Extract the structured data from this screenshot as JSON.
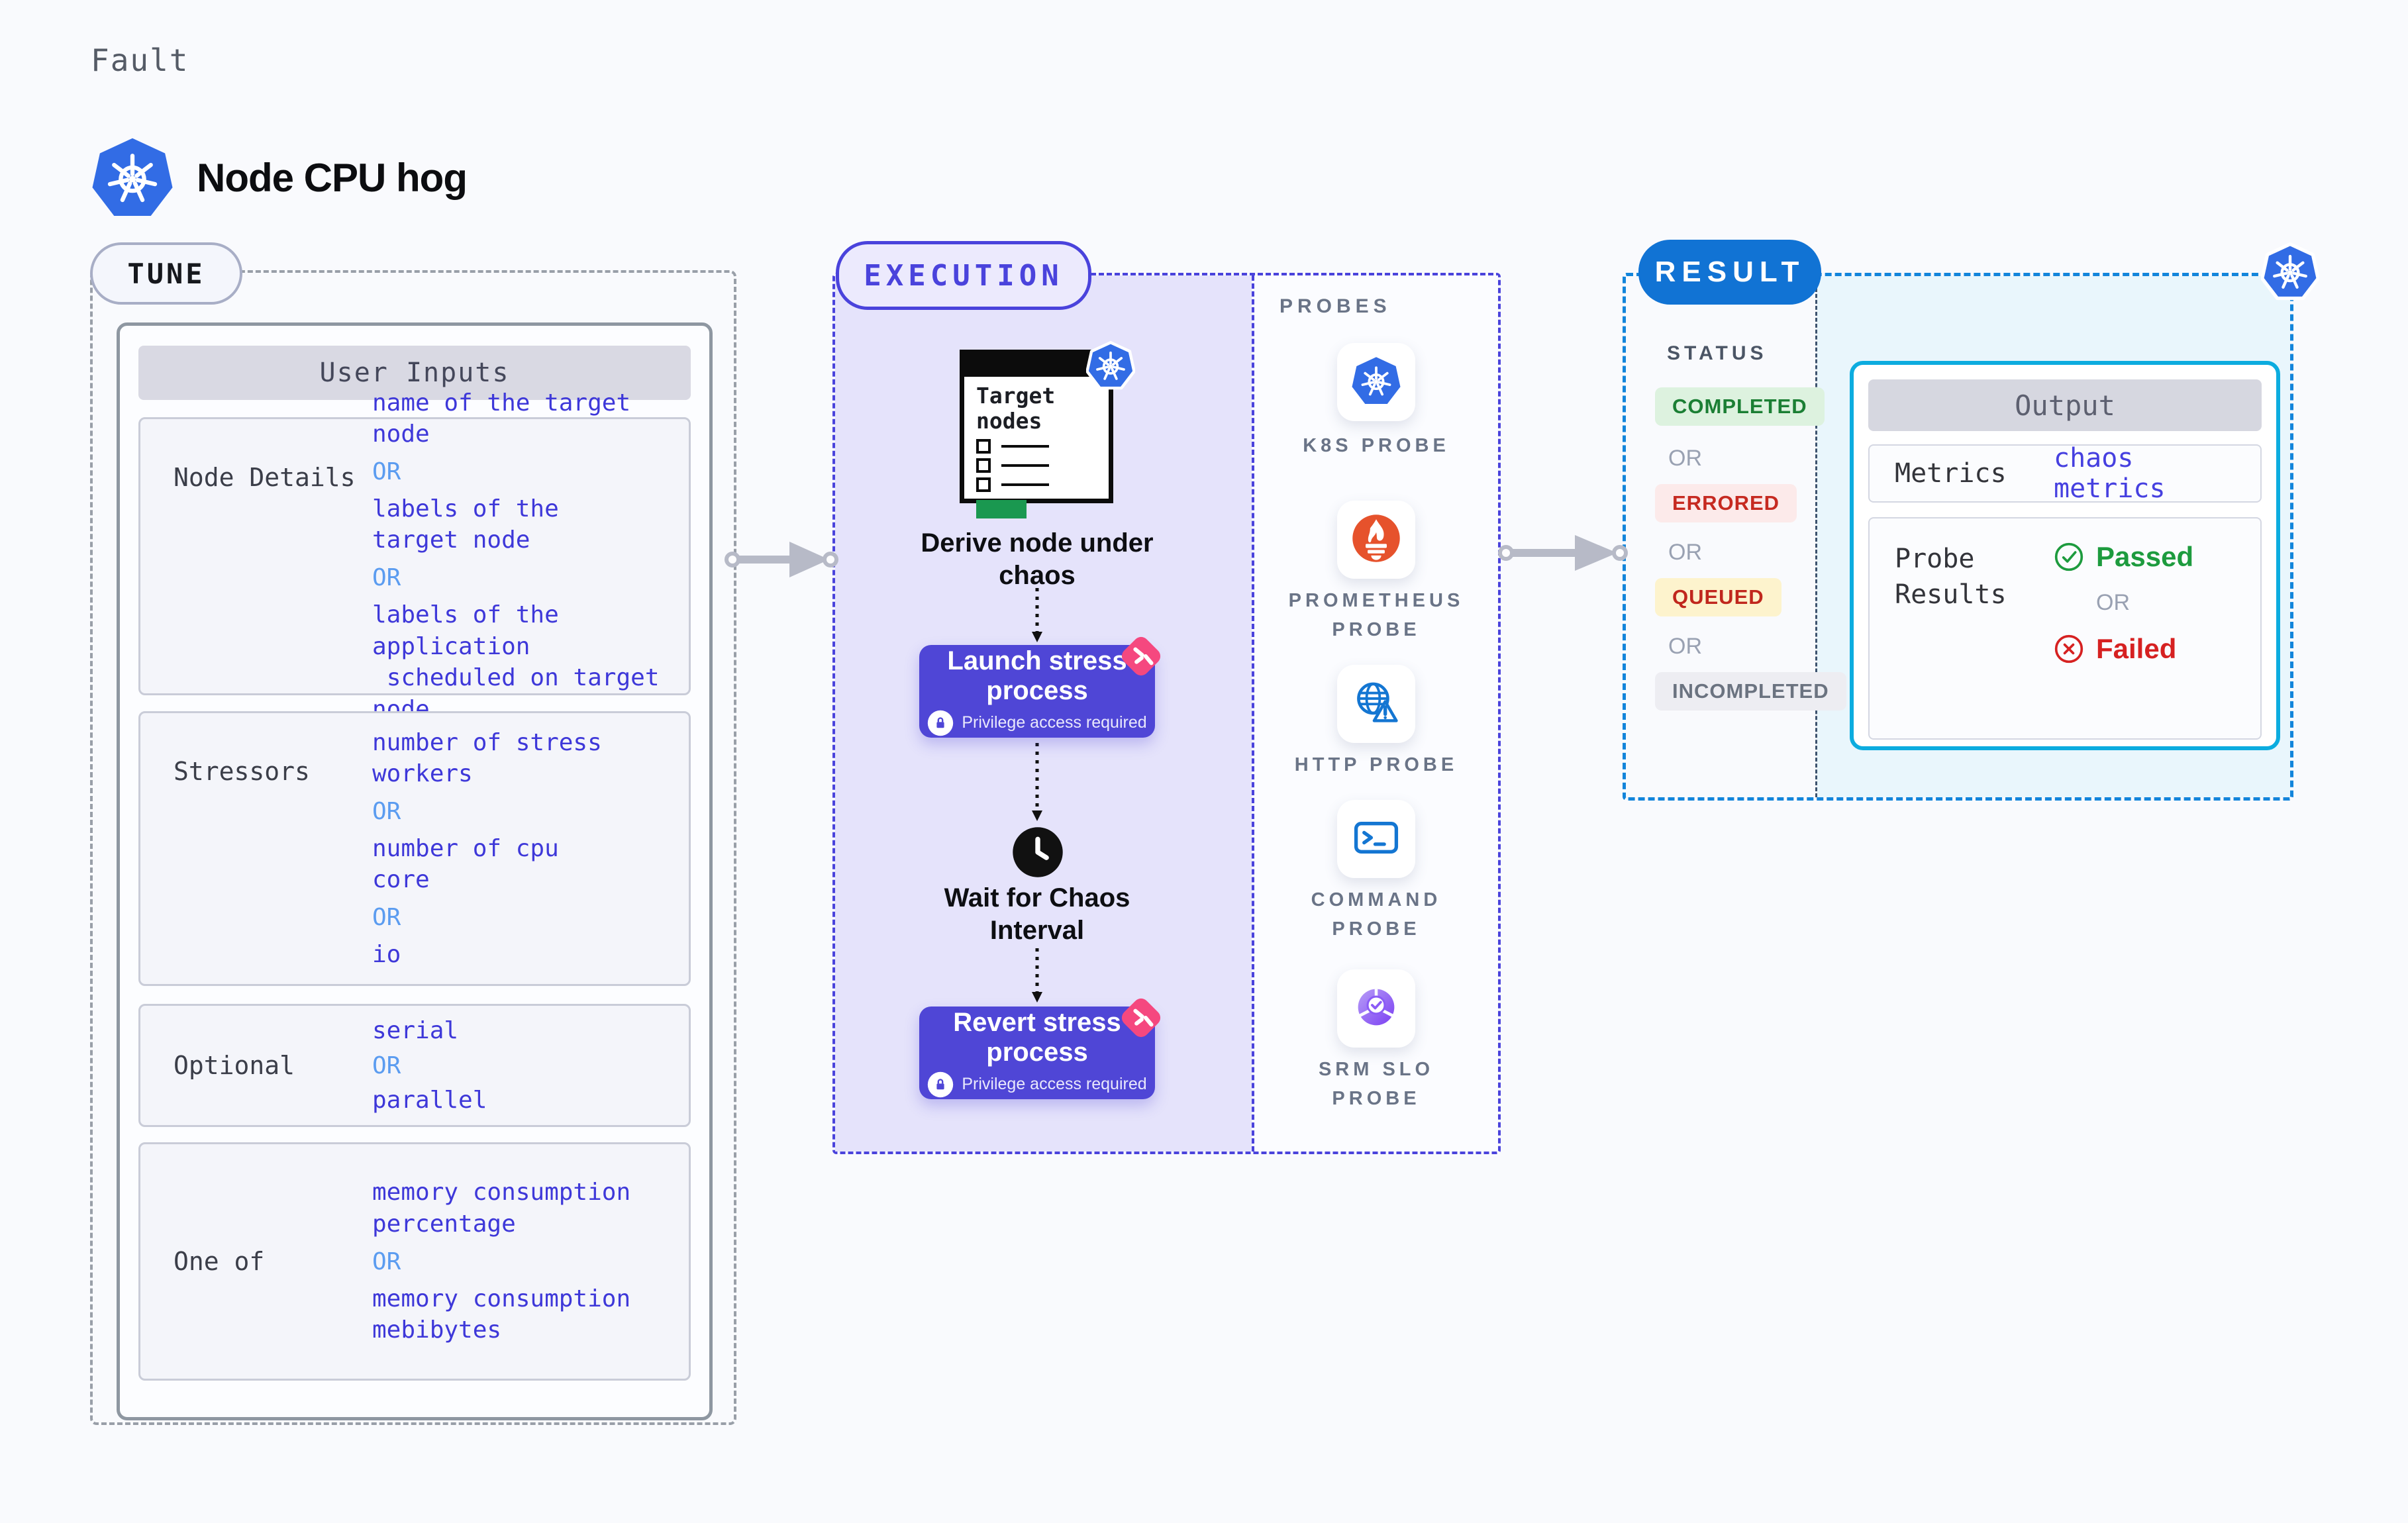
{
  "page": {
    "kicker": "Fault",
    "title": "Node CPU hog"
  },
  "tune": {
    "tag": "TUNE",
    "table_title": "User Inputs",
    "or": "OR",
    "rows": [
      {
        "label": "Node Details",
        "values": [
          "name of the target\nnode",
          "labels of the\ntarget node",
          "labels of the application\n scheduled on target node"
        ]
      },
      {
        "label": "Stressors",
        "values": [
          "number of stress\nworkers",
          "number of cpu\ncore",
          "io"
        ]
      },
      {
        "label": "Optional",
        "values": [
          "serial",
          "parallel"
        ]
      },
      {
        "label": "One of",
        "values": [
          "memory consumption\npercentage",
          "memory consumption\nmebibytes"
        ]
      }
    ]
  },
  "execution": {
    "tag": "EXECUTION",
    "clipboard_title": "Target\nnodes",
    "derive_label": "Derive node under\nchaos",
    "launch": {
      "title": "Launch stress\nprocess",
      "note": "Privilege access required"
    },
    "wait_label": "Wait for Chaos\nInterval",
    "revert": {
      "title": "Revert stress\nprocess",
      "note": "Privilege access required"
    }
  },
  "probes": {
    "heading": "PROBES",
    "items": [
      {
        "label": "K8S PROBE",
        "icon": "kubernetes-icon"
      },
      {
        "label": "PROMETHEUS\nPROBE",
        "icon": "prometheus-icon"
      },
      {
        "label": "HTTP PROBE",
        "icon": "globe-alert-icon"
      },
      {
        "label": "COMMAND\nPROBE",
        "icon": "terminal-icon"
      },
      {
        "label": "SRM SLO\nPROBE",
        "icon": "slo-pie-icon"
      }
    ]
  },
  "result": {
    "tag": "RESULT",
    "status": {
      "heading": "STATUS",
      "or": "OR",
      "badges": [
        {
          "label": "COMPLETED",
          "type": "completed"
        },
        {
          "label": "ERRORED",
          "type": "errored"
        },
        {
          "label": "QUEUED",
          "type": "queued"
        },
        {
          "label": "INCOMPLETED",
          "type": "incompleted"
        }
      ]
    },
    "output": {
      "title": "Output",
      "metrics_label": "Metrics",
      "metrics_value": "chaos metrics",
      "probe_results_label": "Probe\nResults",
      "passed": "Passed",
      "or": "OR",
      "failed": "Failed"
    }
  },
  "colors": {
    "accent_indigo": "#4a43dc",
    "button_indigo": "#4f46d6",
    "result_blue": "#1173d4",
    "cyan_border": "#0cacdf",
    "value_blue": "#3e38d9",
    "or_blue": "#5b9cf0",
    "passed_green": "#1d9b3e",
    "failed_red": "#d62121",
    "k8s_blue": "#326ce5",
    "prometheus_orange": "#e6522c",
    "pink_badge": "#f5487f"
  }
}
